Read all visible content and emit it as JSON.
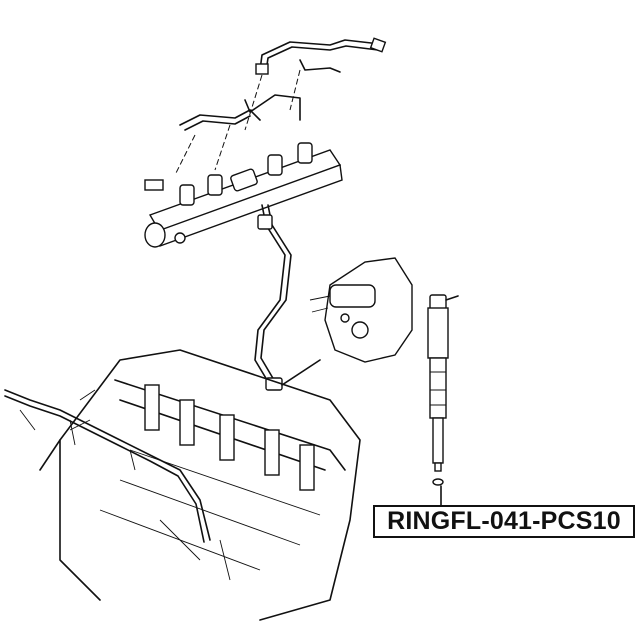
{
  "diagram": {
    "part_number": "RINGFL-041-PCS10",
    "colors": {
      "line": "#111111",
      "background": "#ffffff"
    },
    "components": [
      "fuel-rail",
      "injector-lines",
      "high-pressure-pipe",
      "fuel-pump",
      "fuel-injector",
      "sealing-ring",
      "engine-block",
      "wiring-harness"
    ]
  }
}
